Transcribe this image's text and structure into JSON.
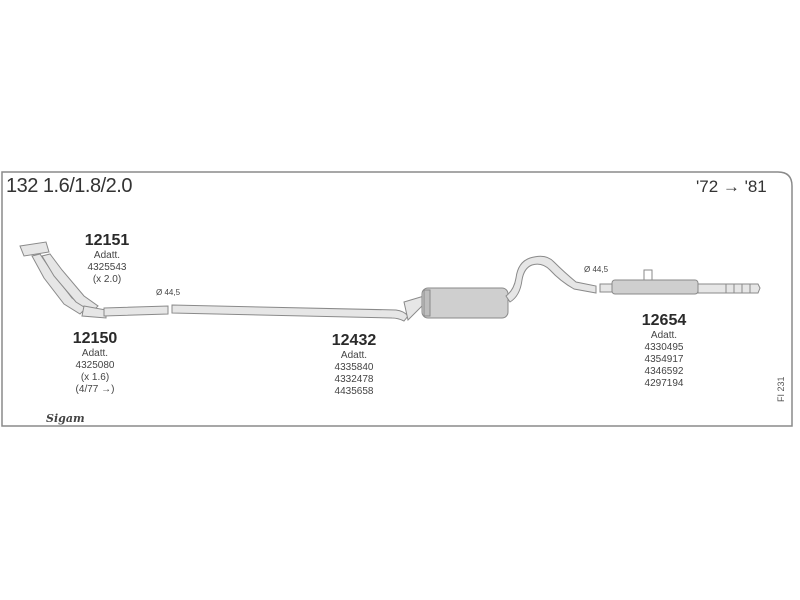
{
  "model": "132 1.6/1.8/2.0",
  "years": "'72 → '81",
  "parts": [
    {
      "number": "12151",
      "lines": [
        "Adatt.",
        "4325543",
        "(x 2.0)"
      ]
    },
    {
      "number": "12150",
      "lines": [
        "Adatt.",
        "4325080",
        "(x 1.6)",
        "(4/77 →)"
      ]
    },
    {
      "number": "12432",
      "lines": [
        "Adatt.",
        "4335840",
        "4332478",
        "4435658"
      ]
    },
    {
      "number": "12654",
      "lines": [
        "Adatt.",
        "4330495",
        "4354917",
        "4346592",
        "4297194"
      ]
    }
  ],
  "diameter_labels": [
    "Ø 44,5",
    "Ø 44,5"
  ],
  "diagram_code": "FI 231",
  "logo_text": "Sigam",
  "colors": {
    "outline": "#8a8a8a",
    "pipe_fill": "#e6e6e6",
    "muffler_fill": "#cfcfcf"
  }
}
